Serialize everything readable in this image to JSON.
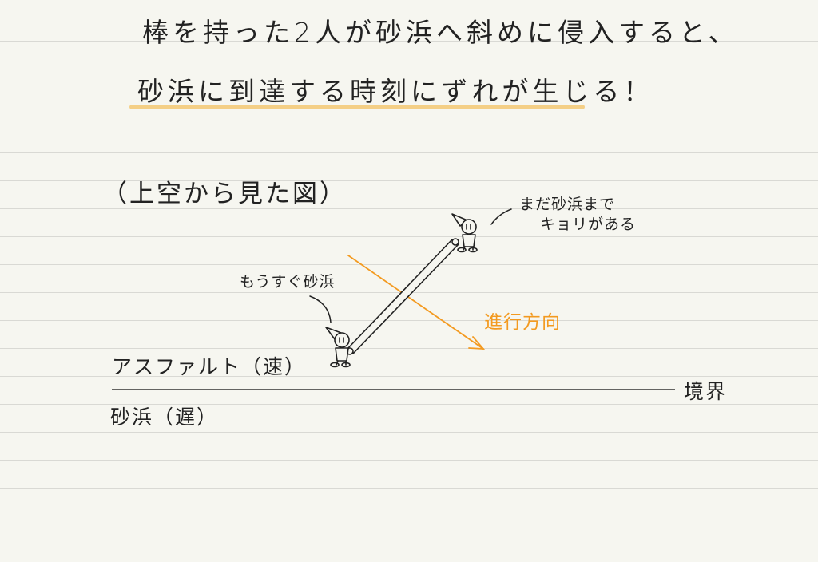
{
  "headline": {
    "line1": "棒を持った2人が砂浜へ斜めに侵入すると、",
    "line2": "砂浜に到達する時刻にずれが生じる！"
  },
  "view_label": "（上空から見た図）",
  "notes": {
    "near_person": "もうすぐ砂浜",
    "far_person_line1": "まだ砂浜まで",
    "far_person_line2": "キョリがある"
  },
  "direction_label": "進行方向",
  "regions": {
    "upper": "アスファルト（速）",
    "lower": "砂浜（遅）",
    "boundary": "境界"
  },
  "colors": {
    "ink": "#222222",
    "direction_arrow": "#f39a20",
    "highlight": "#f4cf86",
    "ruled_line": "#d9d9d4",
    "paper": "#f6f6f0"
  }
}
